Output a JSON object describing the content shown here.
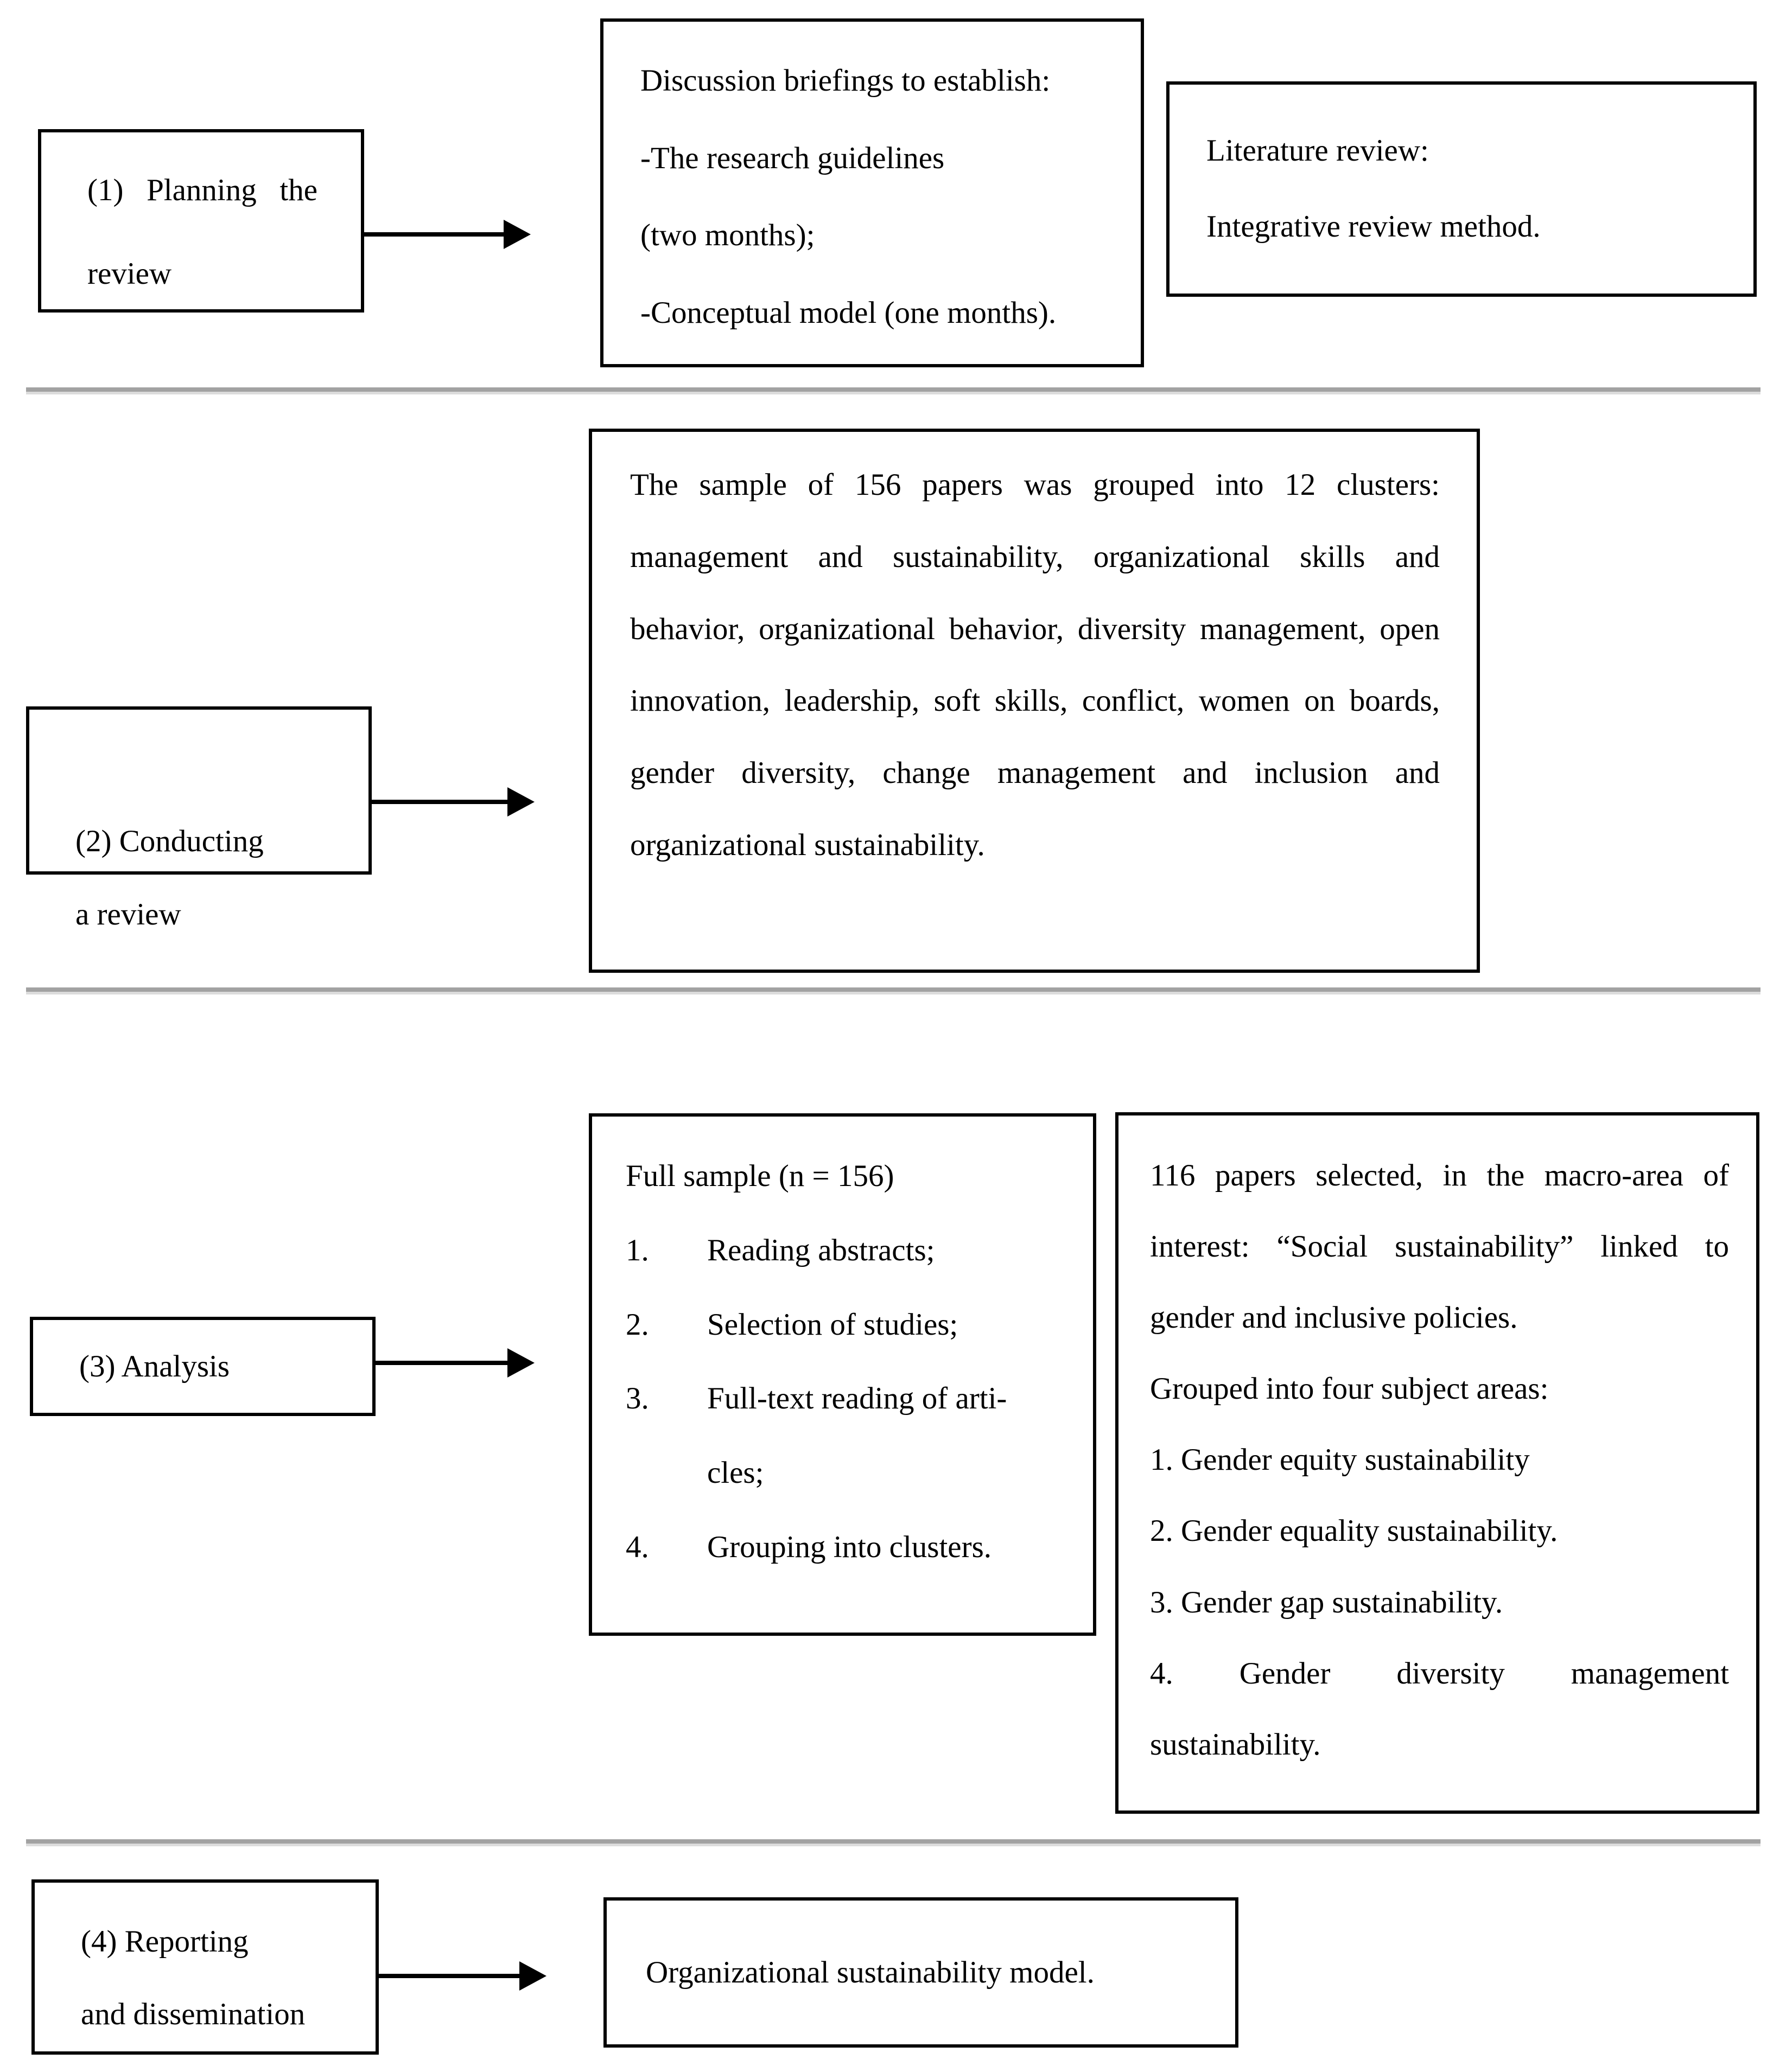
{
  "figure": {
    "background": "#ffffff",
    "text_color": "#000000",
    "box_border_color": "#000000",
    "divider_dark": "#a2a2a2",
    "divider_light": "#dcdcdc"
  },
  "stages": {
    "stage1": {
      "label": "(1) Planning the review"
    },
    "stage2": {
      "label": "(2) Conducting\na review"
    },
    "stage3": {
      "label": "(3) Analysis"
    },
    "stage4": {
      "label": "(4) Reporting\nand dissemination"
    }
  },
  "row1": {
    "briefing_box": {
      "lines": [
        "Discussion briefings to establish:",
        "-The research guidelines",
        "(two months);",
        "-Conceptual model (one months)."
      ]
    },
    "literature_box": {
      "lines": [
        "Literature review:",
        "Integrative review method."
      ]
    }
  },
  "row2": {
    "sample_box": {
      "text": "The sample of 156 papers was grouped into 12 clusters: management and sustainability, organizational skills and behavior, organizational behavior, diversity management, open innovation, leadership, soft skills, conflict, women on boards, gender diversity, change management and inclusion and organizational sustainability."
    }
  },
  "row3": {
    "full_sample_box": {
      "title": "Full sample (n = 156)",
      "items": [
        {
          "num": "1.",
          "text": "Reading abstracts;"
        },
        {
          "num": "2.",
          "text": "Selection of studies;"
        },
        {
          "num": "3.",
          "text": "Full-text reading of arti-\ncles;"
        },
        {
          "num": "4.",
          "text": "Grouping into clusters."
        }
      ]
    },
    "selected_box": {
      "intro": "116 papers selected, in the macro-area of interest: “Social sustainability” linked to gender and inclusive policies.",
      "subtitle": "Grouped into four subject areas:",
      "items": [
        "1. Gender equity sustainability",
        "2. Gender equality sustainability.",
        "3. Gender gap sustainability.",
        "4. Gender diversity management sustainability."
      ]
    }
  },
  "row4": {
    "outcome_box": {
      "text": "Organizational sustainability model."
    }
  }
}
